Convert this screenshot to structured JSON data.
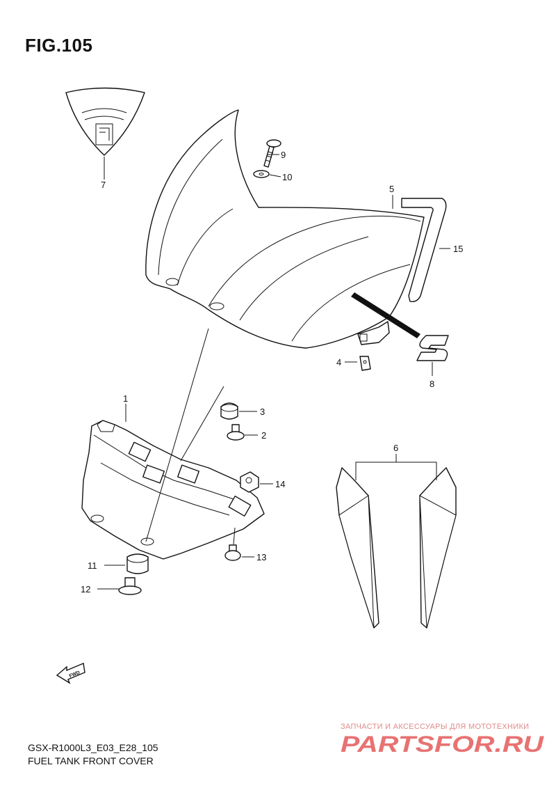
{
  "figure": {
    "title": "FIG.105"
  },
  "callouts": [
    {
      "id": "1",
      "label": "1"
    },
    {
      "id": "2",
      "label": "2"
    },
    {
      "id": "3",
      "label": "3"
    },
    {
      "id": "4",
      "label": "4"
    },
    {
      "id": "5",
      "label": "5"
    },
    {
      "id": "6",
      "label": "6"
    },
    {
      "id": "7",
      "label": "7"
    },
    {
      "id": "8",
      "label": "8"
    },
    {
      "id": "9",
      "label": "9"
    },
    {
      "id": "10",
      "label": "10"
    },
    {
      "id": "11",
      "label": "11"
    },
    {
      "id": "12",
      "label": "12"
    },
    {
      "id": "13",
      "label": "13"
    },
    {
      "id": "14",
      "label": "14"
    },
    {
      "id": "15",
      "label": "15"
    }
  ],
  "fwd_arrow": {
    "label": "FWD"
  },
  "footer": {
    "model_code": "GSX-R1000L3_E03_E28_105",
    "diagram_name": "FUEL TANK FRONT COVER"
  },
  "watermark": {
    "tagline": "ЗАПЧАСТИ И АКСЕССУАРЫ ДЛЯ МОТОТЕХНИКИ",
    "logo_text": "PARTSFOR.RU",
    "color": "#e45a5a"
  }
}
